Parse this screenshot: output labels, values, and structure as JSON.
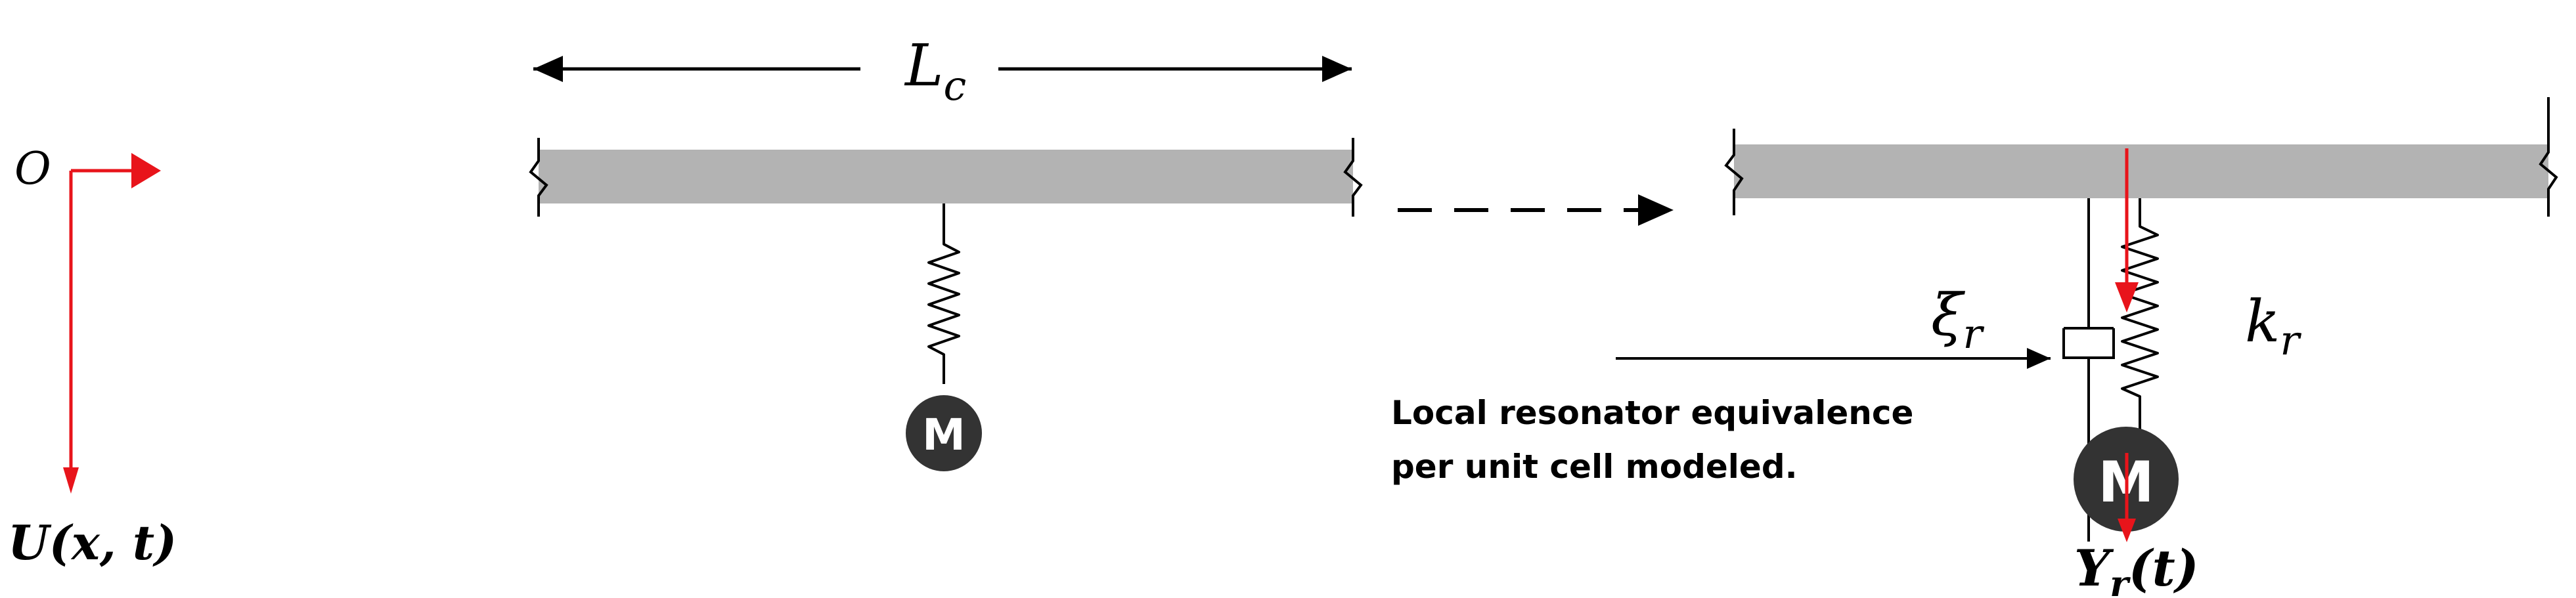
{
  "labels": {
    "origin": "O",
    "displacement": "U(x, t)",
    "cell_length_main": "L",
    "cell_length_sub": "c",
    "damping_main": "ξ",
    "damping_sub": "r",
    "stiffness_main": "k",
    "stiffness_sub": "r",
    "resonator_disp_main": "Y",
    "resonator_disp_sub": "r",
    "resonator_disp_arg": "(t)",
    "mass_left": "M",
    "mass_right": "M"
  },
  "note": {
    "line1": "Local resonator equivalence",
    "line2": "per unit cell modeled."
  },
  "colors": {
    "beam": "#b3b3b3",
    "axis": "#e8141b",
    "mass": "#333333",
    "line": "#000000"
  }
}
